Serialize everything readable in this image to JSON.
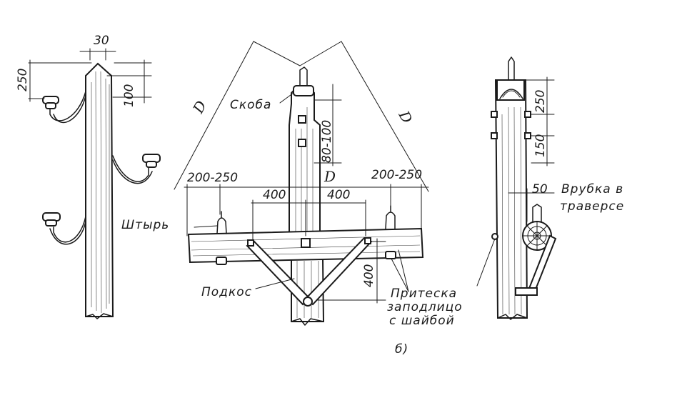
{
  "dimensions": {
    "left_top_width": "30",
    "left_top_250": "250",
    "left_top_100": "100",
    "mid_D_left": "D",
    "mid_D_right": "D",
    "mid_D_center": "D",
    "mid_80_100": "80-100",
    "mid_200_250_left": "200-250",
    "mid_200_250_right": "200-250",
    "mid_400_left": "400",
    "mid_400_right": "400",
    "mid_400_vertical": "400",
    "right_250": "250",
    "right_150": "150",
    "right_50": "50"
  },
  "labels": {
    "skoba": "Скоба",
    "shtyr": "Штырь",
    "podkos": "Подкос",
    "priteska_line1": "Притеска",
    "priteska_line2": "заподлицо",
    "priteska_line3": "с шайбой",
    "vrubka_line1": "Врубка в",
    "vrubka_line2": "траверсе",
    "sub_b": "б)"
  }
}
